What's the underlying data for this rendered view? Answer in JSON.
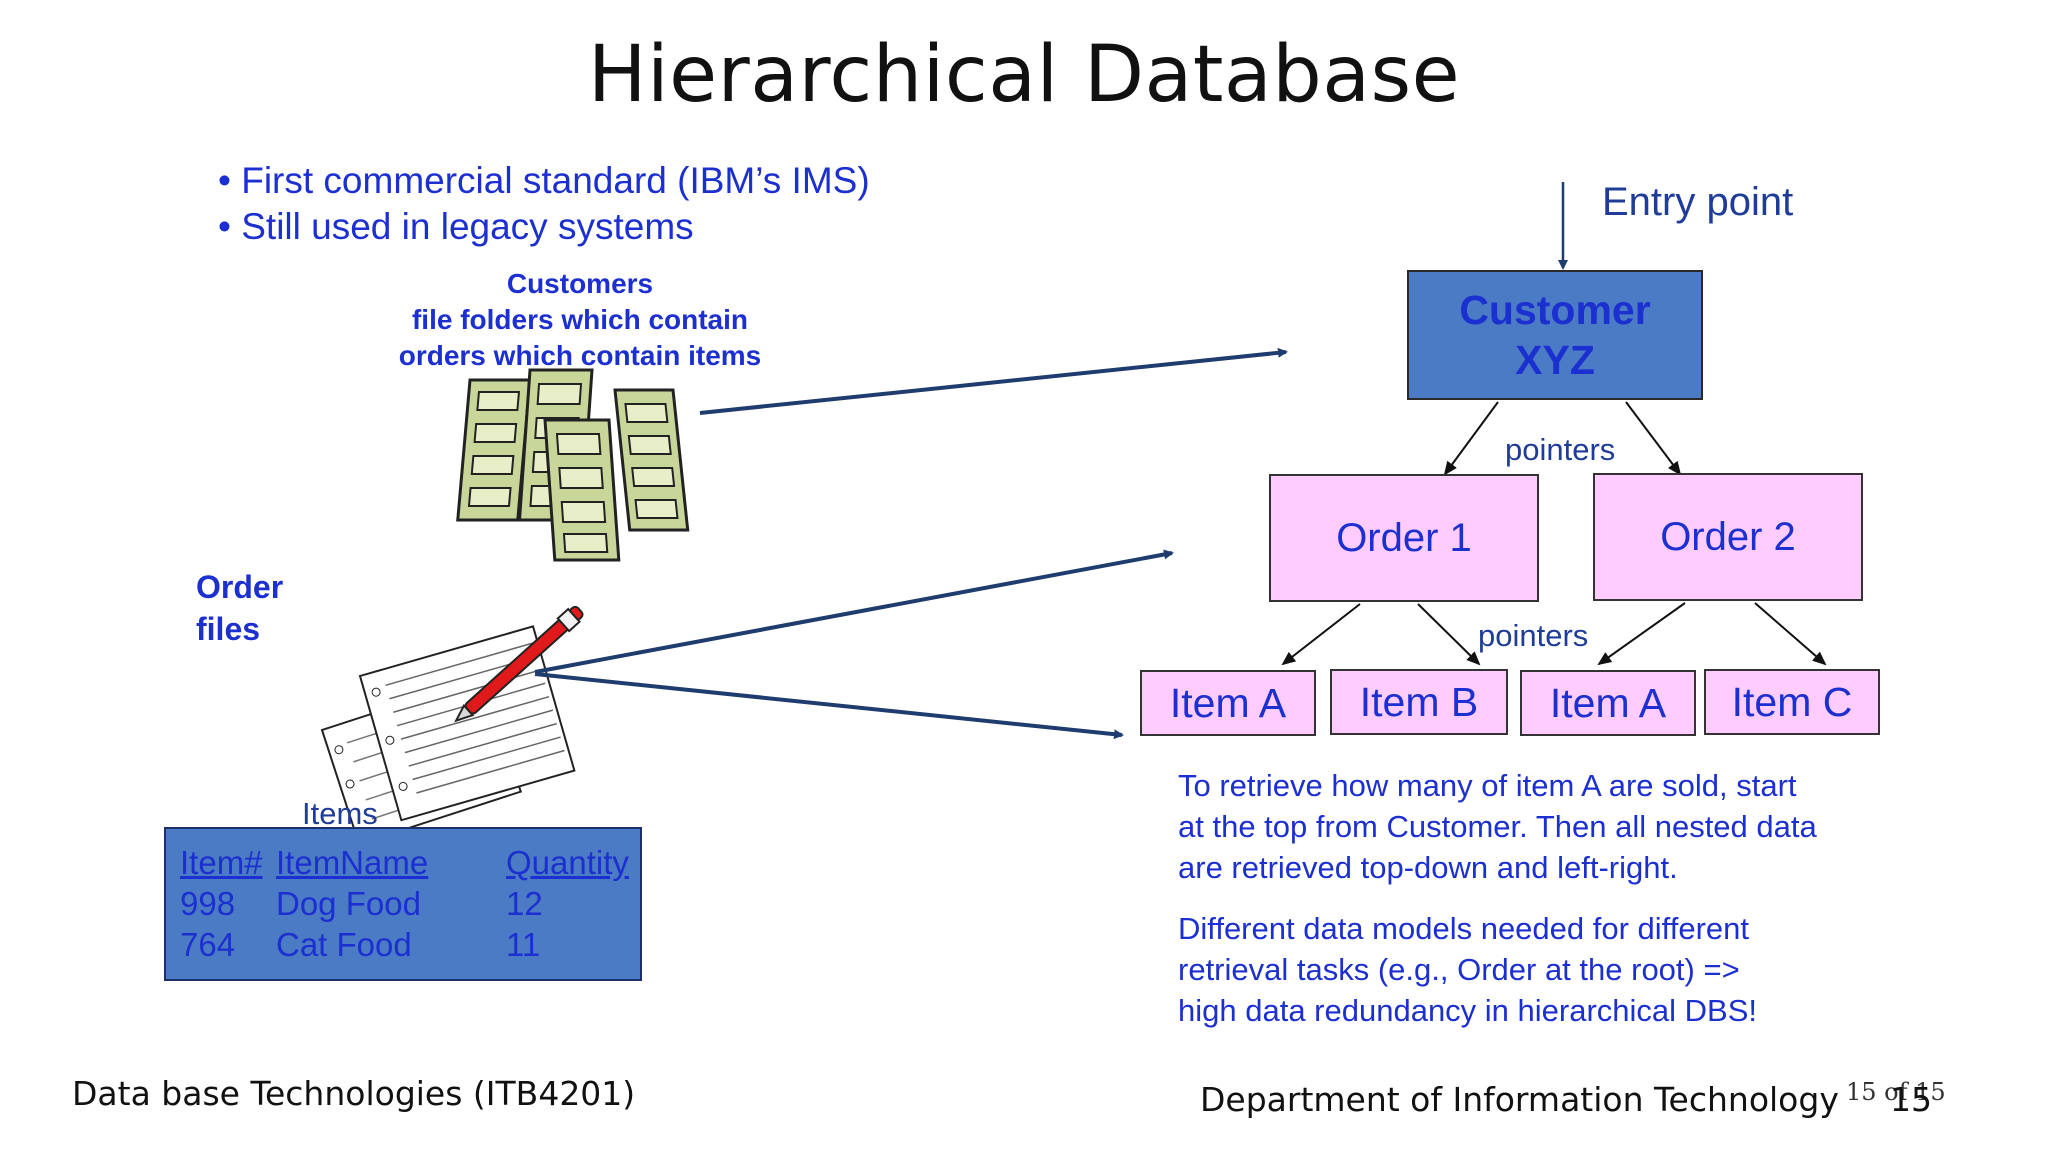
{
  "slide": {
    "title": "Hierarchical Database",
    "bullets": [
      "• First commercial standard (IBM’s IMS)",
      "• Still used in  legacy systems"
    ]
  },
  "left": {
    "customers_caption": [
      "Customers",
      "file folders which contain",
      "orders which contain items"
    ],
    "order_files_label": [
      "Order",
      "files"
    ],
    "items_label": "Items",
    "table": {
      "headers": [
        "Item#",
        "ItemName",
        "Quantity"
      ],
      "rows": [
        [
          "998",
          "Dog Food",
          "12"
        ],
        [
          "764",
          "Cat Food",
          "11"
        ]
      ]
    }
  },
  "diagram": {
    "entry_point": "Entry point",
    "root": [
      "Customer",
      "XYZ"
    ],
    "pointers_label_1": "pointers",
    "pointers_label_2": "pointers",
    "orders": [
      "Order 1",
      "Order 2"
    ],
    "items": [
      "Item A",
      "Item B",
      "Item A",
      "Item C"
    ]
  },
  "notes": {
    "para1": [
      "To retrieve how many of item A are sold, start",
      "at the top from Customer. Then all nested data",
      "are retrieved top-down and left-right."
    ],
    "para2": [
      "Different data models needed for different",
      "retrieval tasks (e.g., Order at the root) =>",
      "high data redundancy in hierarchical DBS!"
    ]
  },
  "footer": {
    "course": "Data base Technologies (ITB4201)",
    "department": "Department of Information Technology",
    "page_small": "15 of 15",
    "page_big": "15"
  },
  "colors": {
    "text_blue": "#1c2fd0",
    "node_blue": "#4a7bc4",
    "node_pink": "#ffccff",
    "arrow": "#1f3c6e"
  }
}
